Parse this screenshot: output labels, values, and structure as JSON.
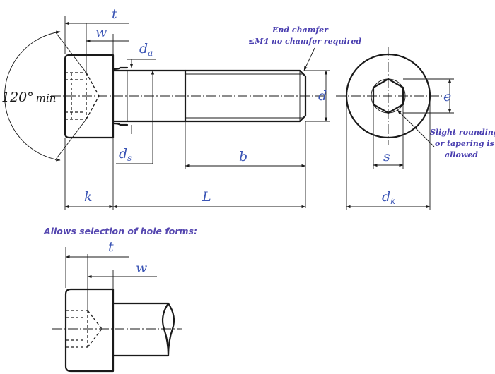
{
  "title": "",
  "dimensions": {
    "t": "t",
    "w": "w",
    "da": "d",
    "da_sub": "a",
    "ds": "d",
    "ds_sub": "s",
    "d": "d",
    "e": "e",
    "s": "s",
    "b": "b",
    "k": "k",
    "L": "L",
    "dk": "d",
    "dk_sub": "k",
    "t2": "t",
    "w2": "w"
  },
  "angle": {
    "value": "120°",
    "suffix": "min"
  },
  "notes": {
    "end_chamfer_line1": "End chamfer",
    "end_chamfer_line2": "≤M4 no chamfer required",
    "rounding_line1": "Slight rounding",
    "rounding_line2": "or tapering is",
    "rounding_line3": "allowed"
  },
  "hole_forms_heading": "Allows selection of hole forms:",
  "colors": {
    "dimension_text": "#3b55b5",
    "note_text": "#4a3fb0",
    "linework": "#1a1a1a"
  }
}
